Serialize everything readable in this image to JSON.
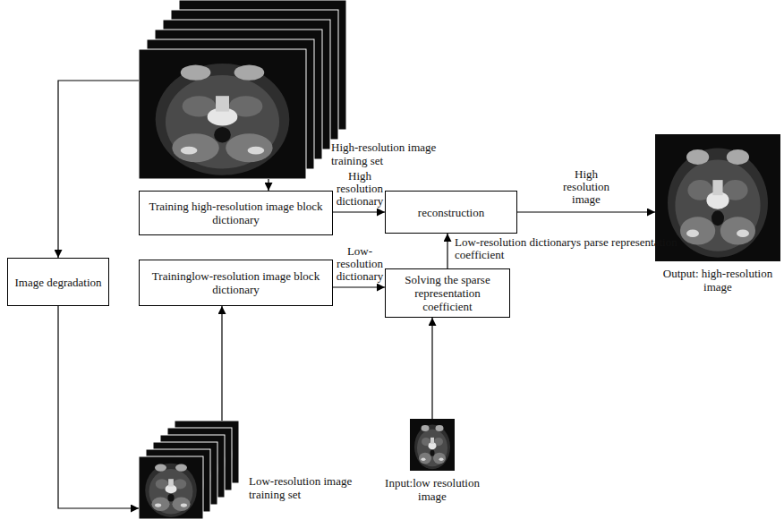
{
  "diagram": {
    "nodes": [
      {
        "text": [
          "High-resolution image training set"
        ]
      },
      {
        "text": [
          "Training high-resolution image block dictionary"
        ]
      },
      {
        "text": [
          "Image degradation"
        ]
      },
      {
        "text": [
          "Traininglow-resolution image block dictionary"
        ]
      },
      {
        "text": [
          "reconstruction"
        ]
      },
      {
        "text": [
          "Solving the sparse representation coefficient"
        ]
      },
      {
        "text": [
          "Low-resolution image training set"
        ]
      },
      {
        "text": [
          "Input:low resolution image"
        ]
      },
      {
        "text": [
          "Output: high-resolution image"
        ]
      }
    ],
    "edges": [
      {
        "from": 0,
        "to": 1,
        "arrow": "to"
      },
      {
        "from": 0,
        "to": 2,
        "arrow": "to"
      },
      {
        "from": 2,
        "to": 6,
        "arrow": "to"
      },
      {
        "from": 6,
        "to": 3,
        "arrow": "to"
      },
      {
        "from": 1,
        "to": 4,
        "label": "High resolution dictionary",
        "arrow": "to"
      },
      {
        "from": 3,
        "to": 5,
        "label": "Low- resolution dictionary",
        "arrow": "to"
      },
      {
        "from": 5,
        "to": 4,
        "label": "Low-resolution dictionarys parse representation coefficient",
        "arrow": "to"
      },
      {
        "from": 7,
        "to": 5,
        "arrow": "to"
      },
      {
        "from": 4,
        "to": 8,
        "label": "High resolution image",
        "arrow": "to"
      }
    ]
  }
}
